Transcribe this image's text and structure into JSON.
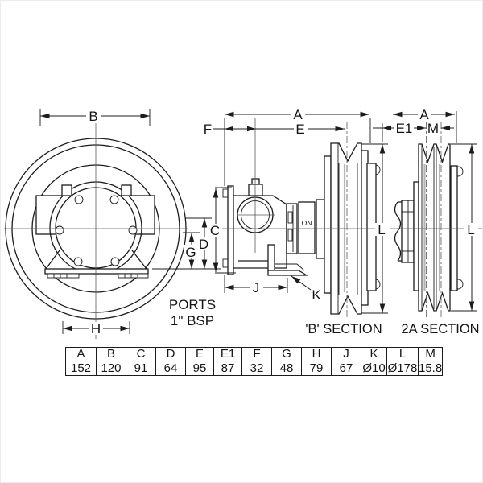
{
  "dim_labels": {
    "a": "A",
    "b": "B",
    "c": "C",
    "d": "D",
    "e": "E",
    "e1": "E1",
    "f": "F",
    "g": "G",
    "h": "H",
    "j": "J",
    "k": "K",
    "l": "L",
    "m": "M"
  },
  "annotations": {
    "ports_line1": "PORTS",
    "ports_line2": "1\" BSP",
    "section_b": "'B' SECTION",
    "section_2a": "2A SECTION",
    "clutch": "ON"
  },
  "dim_table": {
    "headers": [
      "A",
      "B",
      "C",
      "D",
      "E",
      "E1",
      "F",
      "G",
      "H",
      "J",
      "K",
      "L",
      "M"
    ],
    "values": [
      "152",
      "120",
      "91",
      "64",
      "95",
      "87",
      "32",
      "48",
      "79",
      "67",
      "Ø10",
      "Ø178",
      "15.8"
    ]
  }
}
